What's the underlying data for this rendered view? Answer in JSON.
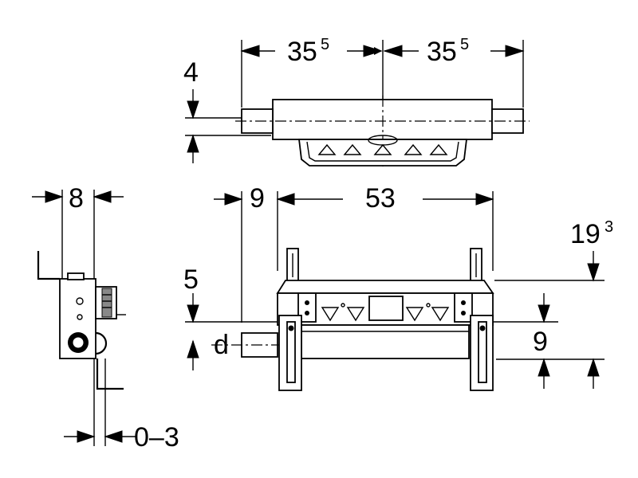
{
  "dimensions": {
    "top_left_width": "35",
    "top_left_width_sup": "5",
    "top_right_width": "35",
    "top_right_width_sup": "5",
    "top_offset": "4",
    "side_depth": "8",
    "side_adjust": "0–3",
    "front_offset": "9",
    "front_width": "53",
    "front_height": "19",
    "front_height_sup": "3",
    "front_left_offset": "5",
    "front_pipe": "d",
    "front_right_offset": "9"
  }
}
